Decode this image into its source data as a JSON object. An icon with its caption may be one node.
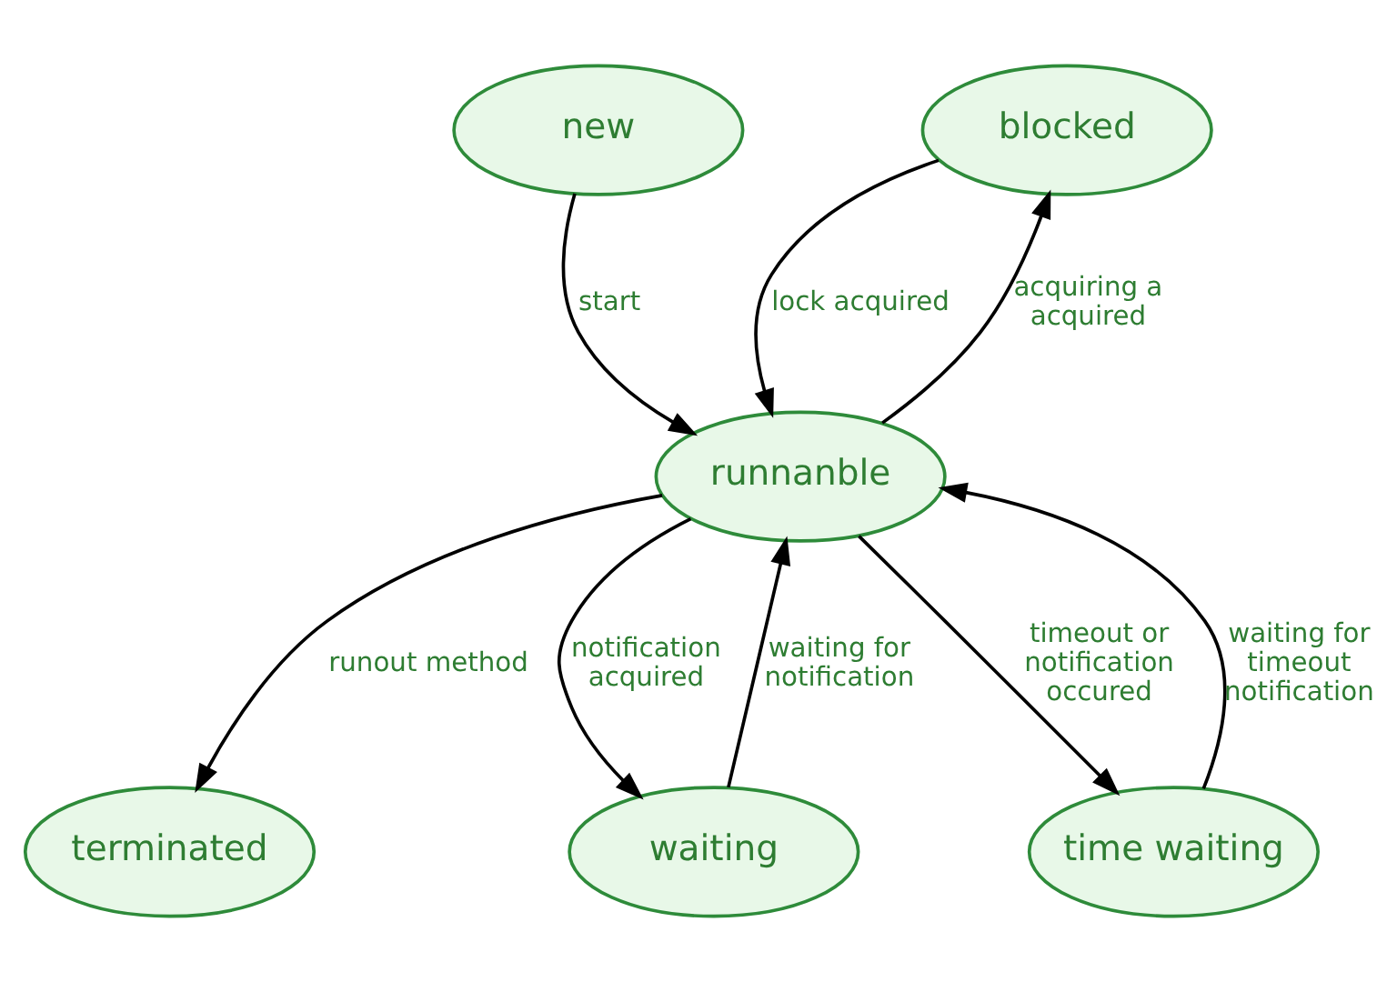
{
  "diagram": {
    "nodes": [
      {
        "text": [
          "new"
        ]
      },
      {
        "text": [
          "blocked"
        ]
      },
      {
        "text": [
          "runnanble"
        ]
      },
      {
        "text": [
          "terminated"
        ]
      },
      {
        "text": [
          "waiting"
        ]
      },
      {
        "text": [
          "time waiting"
        ]
      }
    ],
    "edges": [
      {
        "from": 0,
        "to": 2,
        "arrow": "to",
        "label": "start"
      },
      {
        "from": 2,
        "to": 1,
        "arrow": "to",
        "label": "acquiring a acquired"
      },
      {
        "from": 1,
        "to": 2,
        "arrow": "to",
        "label": "lock acquired"
      },
      {
        "from": 4,
        "to": 2,
        "arrow": "to",
        "label": "waiting for notification"
      },
      {
        "from": 2,
        "to": 4,
        "arrow": "to",
        "label": "notification acquired"
      },
      {
        "from": 2,
        "to": 3,
        "arrow": "to",
        "label": "runout method"
      },
      {
        "from": 2,
        "to": 5,
        "arrow": "to",
        "label": "timeout or notification occured"
      },
      {
        "from": 5,
        "to": 2,
        "arrow": "to",
        "label": "waiting for timeout notification"
      }
    ]
  }
}
